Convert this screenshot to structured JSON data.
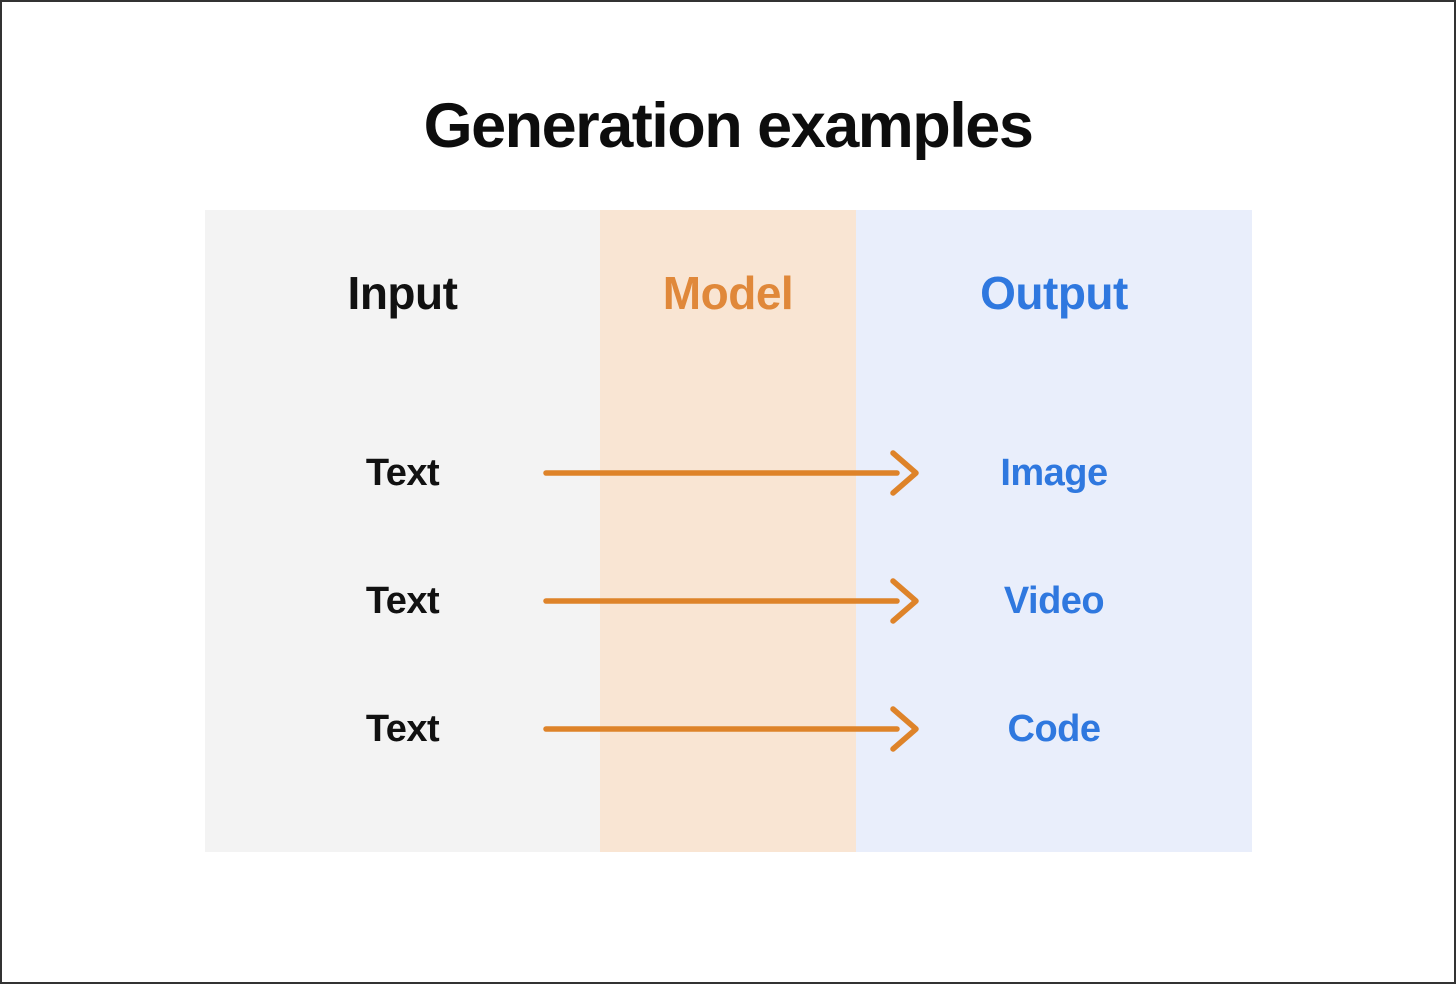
{
  "title": "Generation examples",
  "columns": [
    {
      "id": "input",
      "label": "Input"
    },
    {
      "id": "model",
      "label": "Model"
    },
    {
      "id": "output",
      "label": "Output"
    }
  ],
  "rows": [
    {
      "input": "Text",
      "arrow_icon": "right-arrow",
      "output": "Image"
    },
    {
      "input": "Text",
      "arrow_icon": "right-arrow",
      "output": "Video"
    },
    {
      "input": "Text",
      "arrow_icon": "right-arrow",
      "output": "Code"
    }
  ],
  "colors": {
    "input_bg": "#f3f3f3",
    "model_bg": "#f9e5d3",
    "output_bg": "#e9eefb",
    "input_text": "#111111",
    "model_text": "#e0883a",
    "output_text": "#2f78df",
    "arrow": "#de8329",
    "title_text": "#0d0d0d",
    "border": "#333333"
  }
}
